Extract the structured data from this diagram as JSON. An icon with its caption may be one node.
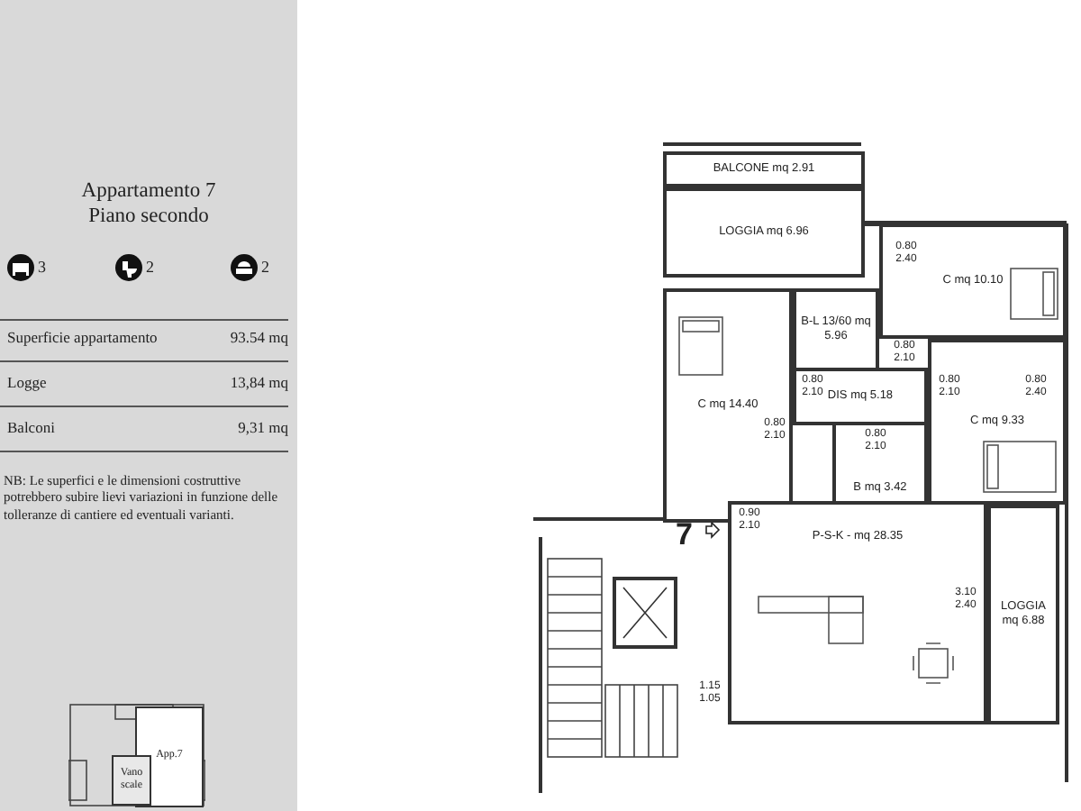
{
  "diagram": {
    "title": "Appartamento 7 Piano secondo",
    "nodes": [
      {
        "text": [
          "BALCONE mq 2.91"
        ]
      },
      {
        "text": [
          "LOGGIA mq 6.96"
        ]
      },
      {
        "text": [
          "C mq 10.10"
        ]
      },
      {
        "text": [
          "B-L 13/60 mq 5.96"
        ]
      },
      {
        "text": [
          "C mq 14.40"
        ]
      },
      {
        "text": [
          "DIS mq 5.18"
        ]
      },
      {
        "text": [
          "C mq 9.33"
        ]
      },
      {
        "text": [
          "B mq 3.42"
        ]
      },
      {
        "text": [
          "P-S-K - mq 28.35"
        ]
      },
      {
        "text": [
          "LOGGIA mq 6.88"
        ]
      },
      {
        "text": [
          "App.7"
        ]
      },
      {
        "text": [
          "Vano scale"
        ]
      }
    ],
    "edges": [],
    "labels": [
      "3",
      "2",
      "2",
      "Superficie appartamento",
      "93.54 mq",
      "Logge",
      "13,84 mq",
      "Balconi",
      "9,31 mq",
      "NB: Le superfici e le dimensioni costruttive potrebbero subire lievi variazioni in funzione delle tolleranze di cantiere ed eventuali varianti.",
      "7",
      "0.80 2.40",
      "0.80 2.10",
      "0.80 2.10",
      "0.80 2.10",
      "0.80 2.40",
      "0.80 2.10",
      "0.80 2.10",
      "0.90 2.10",
      "3.10 2.40",
      "1.15 1.05"
    ]
  }
}
